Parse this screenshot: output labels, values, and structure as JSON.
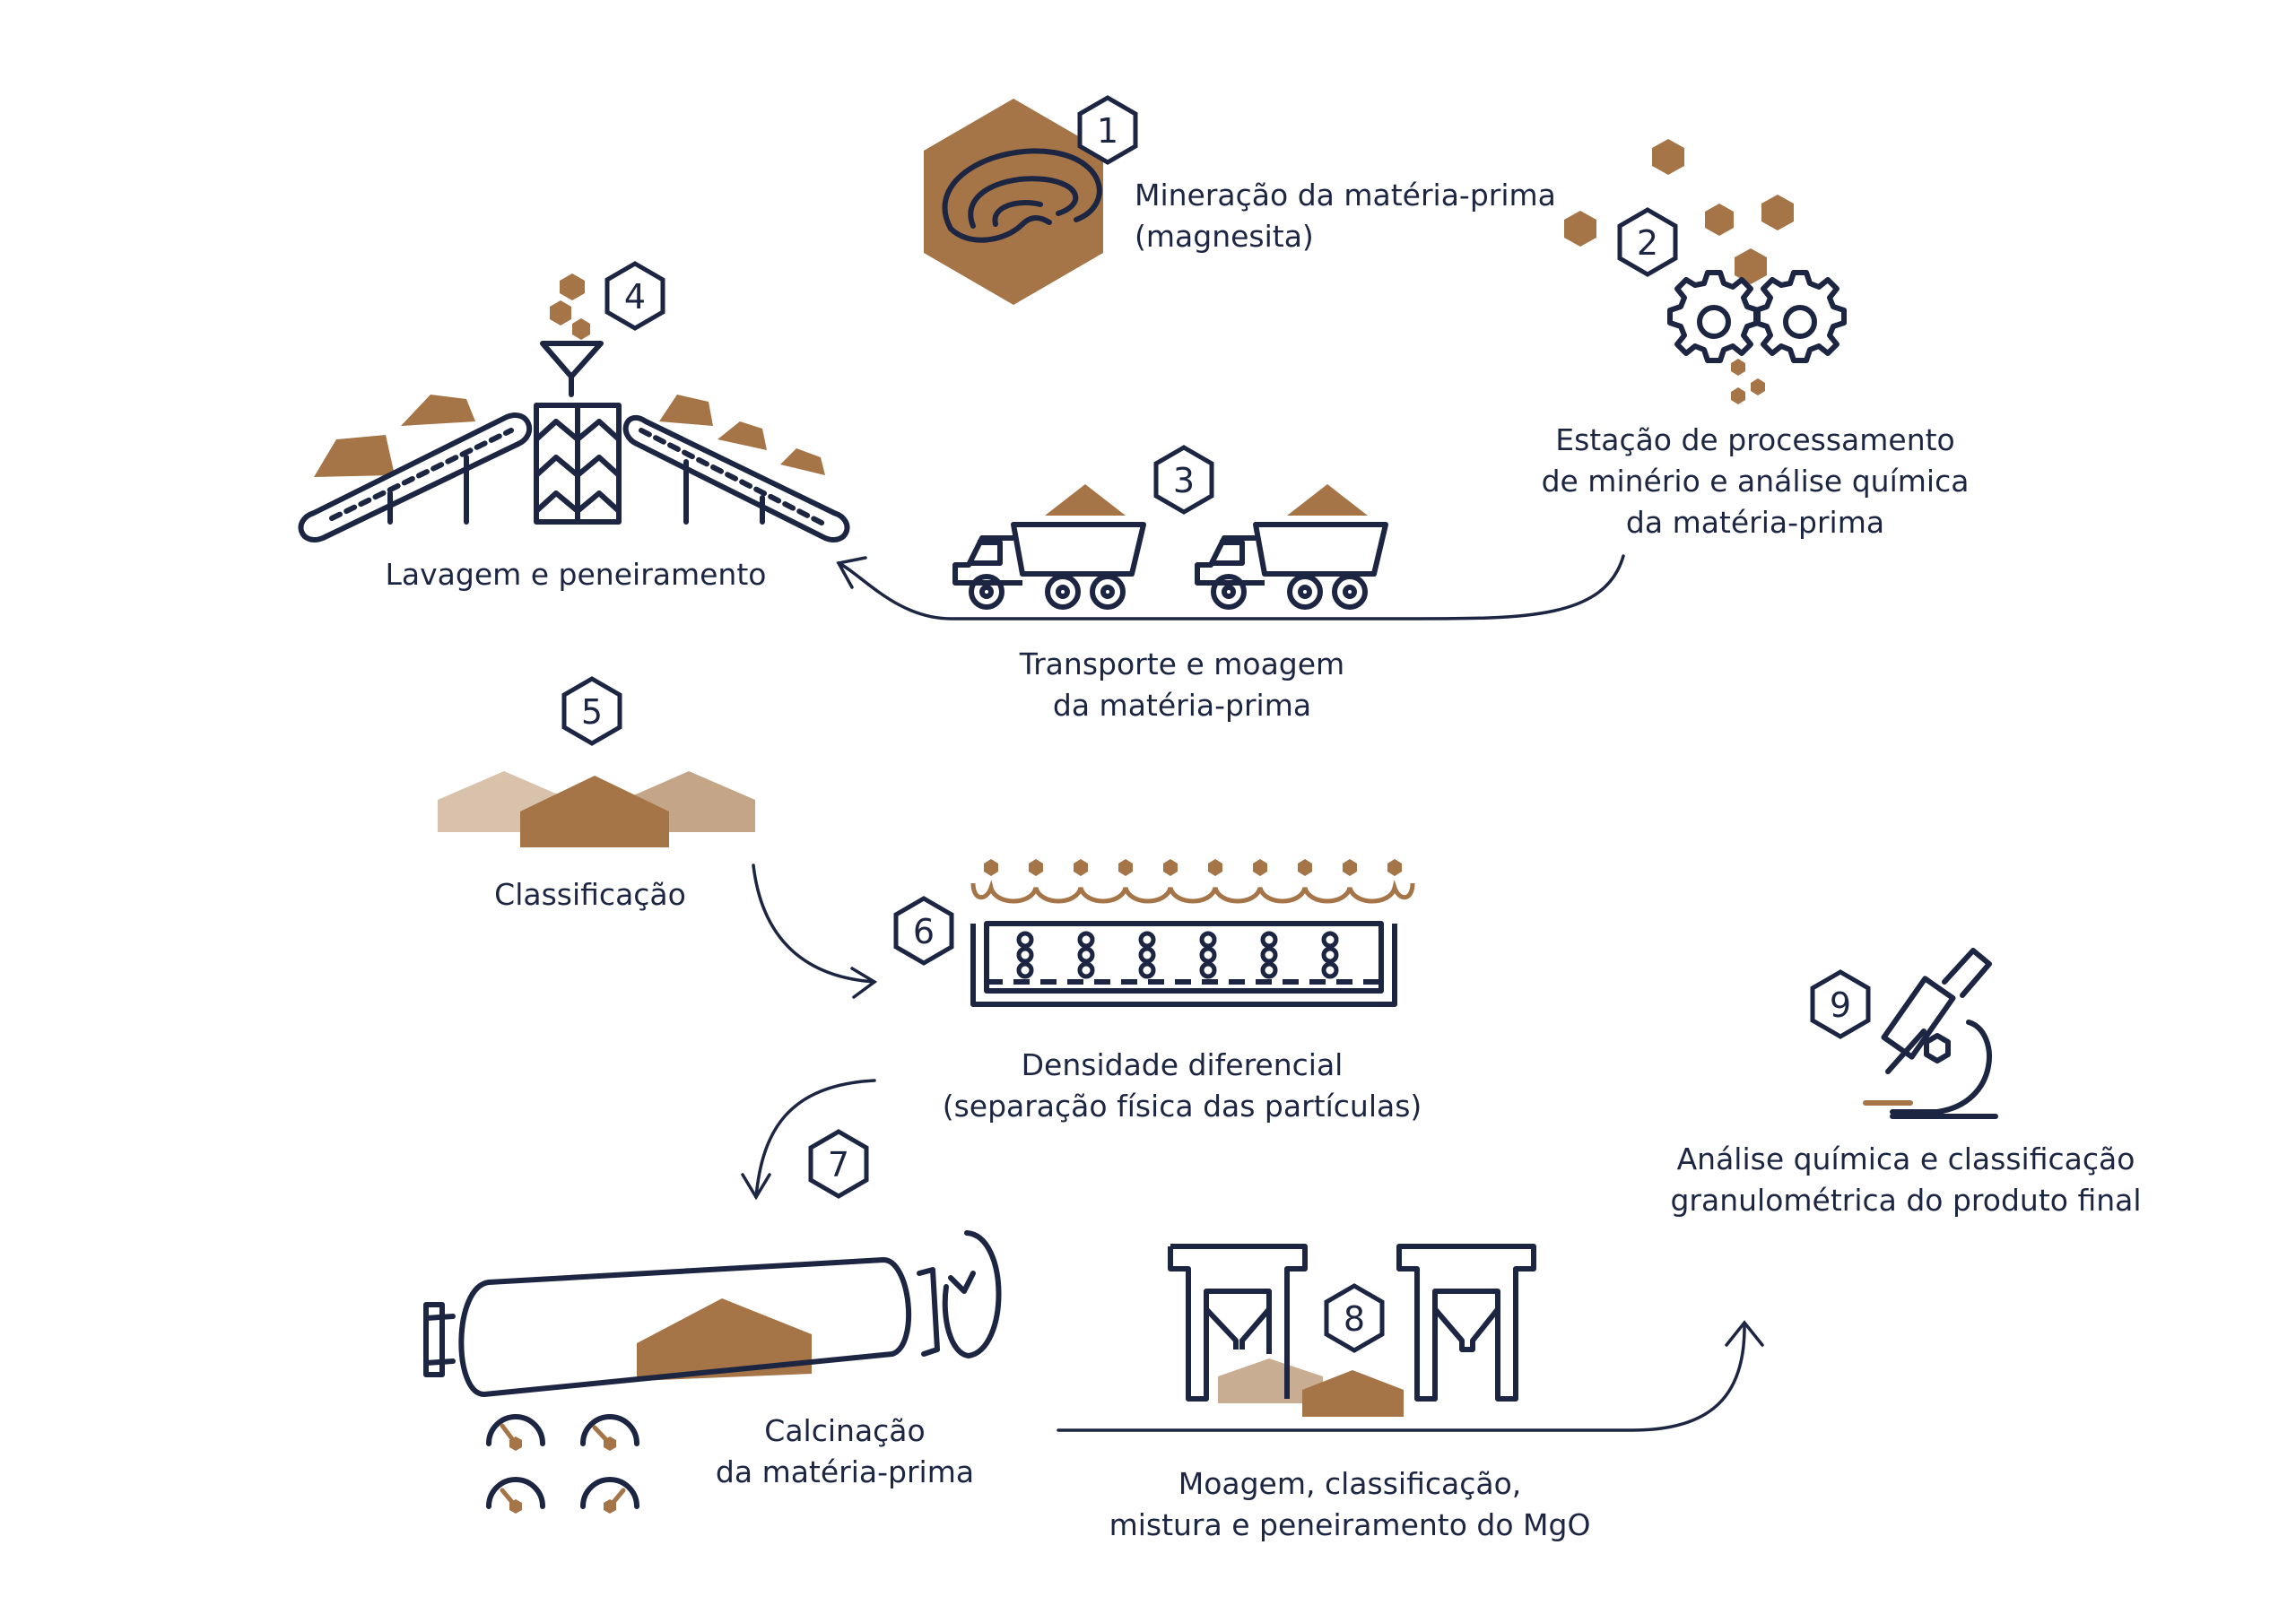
{
  "colors": {
    "navy": "#1c2541",
    "brown": "#a57447",
    "tan_light": "#d9c2ac",
    "tan_mid": "#c4a588",
    "tan_pale": "#c9ad92"
  },
  "steps": [
    {
      "number": "1",
      "lines": [
        "Mineração da matéria-prima",
        "(magnesita)"
      ],
      "icon": "magnesite-ore-icon"
    },
    {
      "number": "2",
      "lines": [
        "Estação de processamento",
        "de minério e análise química",
        "da matéria-prima"
      ],
      "icon": "gears-icon"
    },
    {
      "number": "3",
      "lines": [
        "Transporte e moagem",
        "da matéria-prima"
      ],
      "icon": "dump-truck-icon"
    },
    {
      "number": "4",
      "lines": [
        "Lavagem e peneiramento"
      ],
      "icon": "conveyor-funnel-icon"
    },
    {
      "number": "5",
      "lines": [
        "Classificação"
      ],
      "icon": "piles-icon"
    },
    {
      "number": "6",
      "lines": [
        "Densidade diferencial",
        "(separação física das partículas)"
      ],
      "icon": "separator-icon"
    },
    {
      "number": "7",
      "lines": [
        "Calcinação",
        "da matéria-prima"
      ],
      "icon": "rotary-kiln-icon"
    },
    {
      "number": "8",
      "lines": [
        "Moagem, classificação,",
        "mistura e peneiramento do MgO"
      ],
      "icon": "hoppers-icon"
    },
    {
      "number": "9",
      "lines": [
        "Análise química e classificação",
        "granulométrica do produto final"
      ],
      "icon": "microscope-icon"
    }
  ]
}
